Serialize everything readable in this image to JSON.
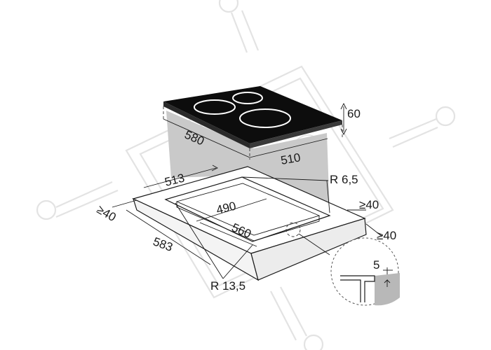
{
  "colors": {
    "glass": "#0d0d0d",
    "burner_ring": "#ffffff",
    "shade": "#c9c9c9",
    "detail_shade": "#b8b8b8",
    "watermark": "#e3e3e3",
    "line": "#1a1a1a"
  },
  "dimensions": {
    "hob_height": "60",
    "hob_depth": "580",
    "hob_width": "510",
    "cutout_outer": "513",
    "corner_radius_inner": "R 6,5",
    "cutout_width": "490",
    "clearance_back": "≥40",
    "clearance_left": "≥40",
    "clearance_right": "≥40",
    "cutout_depth": "560",
    "worktop_depth": "583",
    "corner_radius_outer": "R 13,5",
    "detail_depth": "5"
  }
}
